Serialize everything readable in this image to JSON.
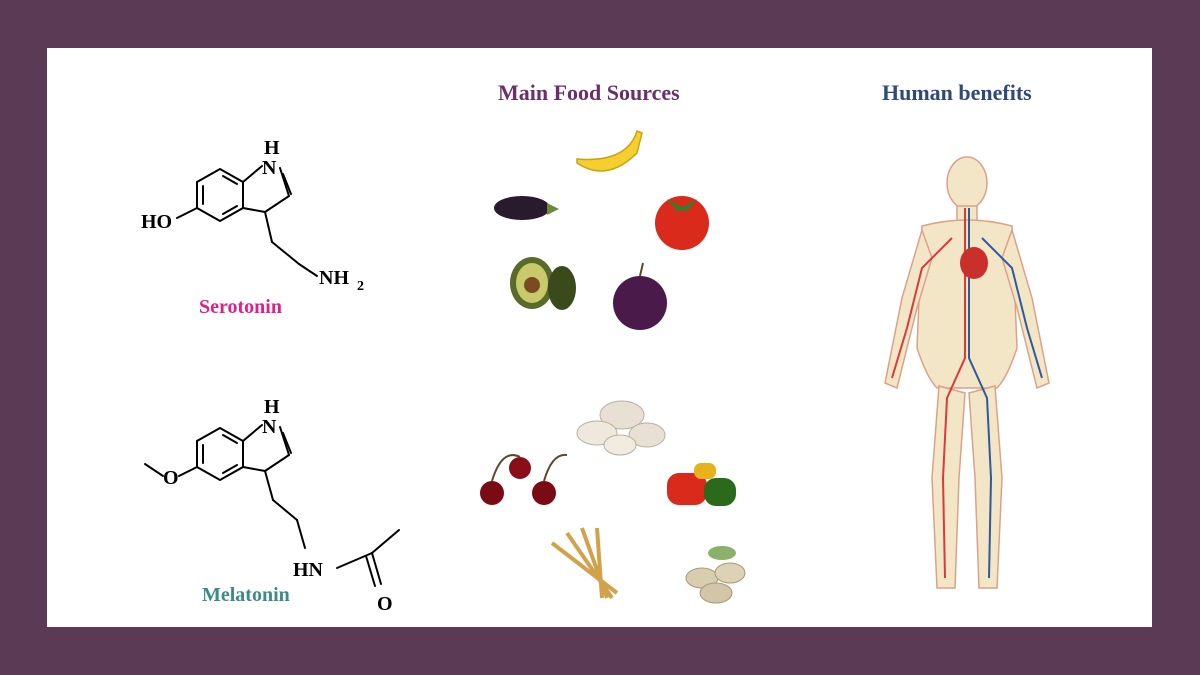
{
  "headings": {
    "food": "Main Food Sources",
    "benefits": "Human benefits"
  },
  "molecules": {
    "serotonin": {
      "name": "Serotonin",
      "atoms": {
        "h": "H",
        "n": "N",
        "ho": "HO",
        "nh": "NH",
        "sub2": "2"
      }
    },
    "melatonin": {
      "name": "Melatonin",
      "atoms": {
        "h": "H",
        "n": "N",
        "o_ring": "O",
        "hn": "HN",
        "o": "O"
      }
    }
  },
  "foods": {
    "group1": [
      "banana",
      "eggplant",
      "tomato",
      "avocado",
      "plum"
    ],
    "group2": [
      "mushrooms",
      "cherries",
      "peppers",
      "wheat",
      "pistachios"
    ]
  },
  "colors": {
    "border": "#5b3a55",
    "food_heading": "#6b2f6b",
    "benefits_heading": "#2f4a7a",
    "serotonin": "#e0208a",
    "melatonin": "#3d8a8a"
  }
}
